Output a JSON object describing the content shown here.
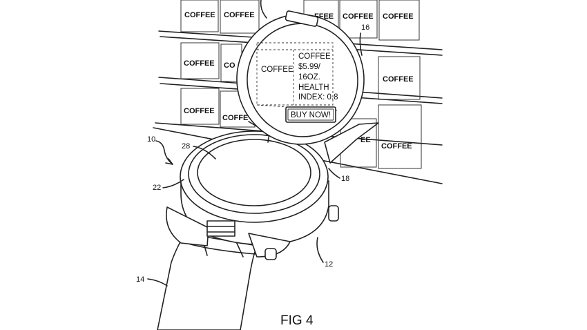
{
  "figure": {
    "label": "FIG 4"
  },
  "shelf": {
    "product_label": "COFFEE",
    "partial_labels": [
      "FFEE",
      "CO",
      "EE",
      "COFFE"
    ]
  },
  "overlay": {
    "product_label": "COFFEE",
    "info_lines": [
      "COFFEE",
      "$5.99/",
      "16OZ.",
      "HEALTH",
      "INDEX: 0.8"
    ],
    "buy_button": "BUY NOW!"
  },
  "reference_numerals": {
    "device": "10",
    "band": "14",
    "lid": "16",
    "hinge": "18",
    "housing": "22",
    "crown": "12",
    "display": "28"
  }
}
